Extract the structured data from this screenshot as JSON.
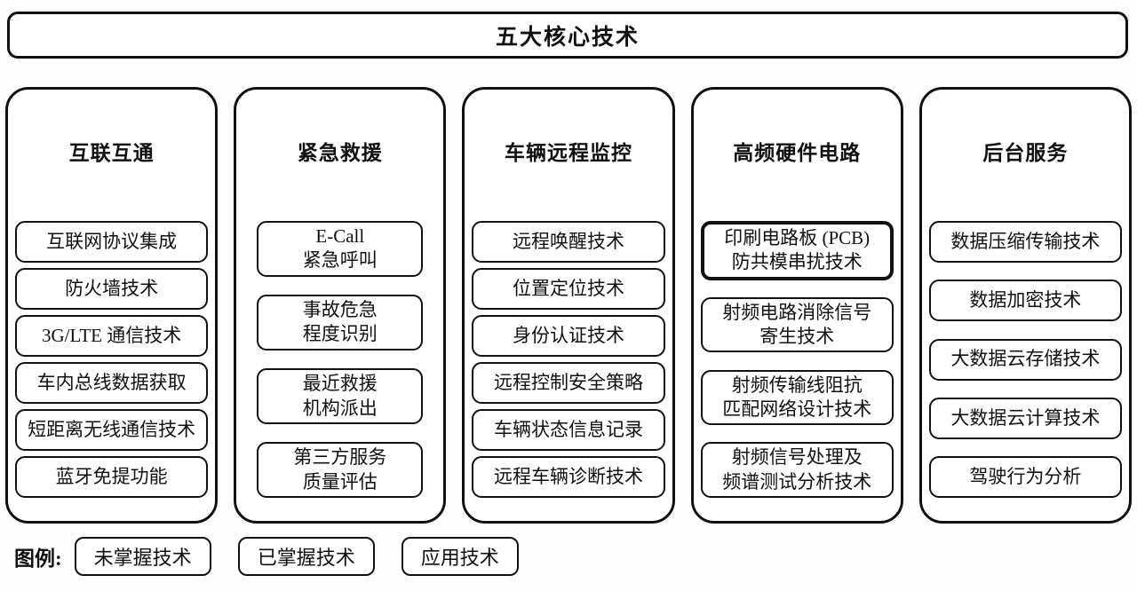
{
  "title": "五大核心技术",
  "columns": [
    {
      "header": "互联互通",
      "items": [
        {
          "label": "互联网协议集成",
          "style": "mastered"
        },
        {
          "label": "防火墙技术",
          "style": "mastered"
        },
        {
          "label": "3G/LTE 通信技术",
          "style": "mastered"
        },
        {
          "label": "车内总线数据获取",
          "style": "mastered"
        },
        {
          "label": "短距离无线通信技术",
          "style": "mastered"
        },
        {
          "label": "蓝牙免提功能",
          "style": "mastered"
        }
      ]
    },
    {
      "header": "紧急救援",
      "items": [
        {
          "label": "E-Call\n紧急呼叫",
          "style": "mastered"
        },
        {
          "label": "事故危急\n程度识别",
          "style": "mastered"
        },
        {
          "label": "最近救援\n机构派出",
          "style": "mastered"
        },
        {
          "label": "第三方服务\n质量评估",
          "style": "mastered"
        }
      ]
    },
    {
      "header": "车辆远程监控",
      "items": [
        {
          "label": "远程唤醒技术",
          "style": "mastered"
        },
        {
          "label": "位置定位技术",
          "style": "mastered"
        },
        {
          "label": "身份认证技术",
          "style": "mastered"
        },
        {
          "label": "远程控制安全策略",
          "style": "mastered"
        },
        {
          "label": "车辆状态信息记录",
          "style": "mastered"
        },
        {
          "label": "远程车辆诊断技术",
          "style": "mastered"
        }
      ]
    },
    {
      "header": "高频硬件电路",
      "items": [
        {
          "label": "印刷电路板 (PCB)\n防共模串扰技术",
          "style": "unmastered"
        },
        {
          "label": "射频电路消除信号\n寄生技术",
          "style": "mastered"
        },
        {
          "label": "射频传输线阻抗\n匹配网络设计技术",
          "style": "mastered"
        },
        {
          "label": "射频信号处理及\n频谱测试分析技术",
          "style": "mastered"
        }
      ]
    },
    {
      "header": "后台服务",
      "items": [
        {
          "label": "数据压缩传输技术",
          "style": "mastered"
        },
        {
          "label": "数据加密技术",
          "style": "mastered"
        },
        {
          "label": "大数据云存储技术",
          "style": "mastered"
        },
        {
          "label": "大数据云计算技术",
          "style": "mastered"
        },
        {
          "label": "驾驶行为分析",
          "style": "mastered"
        }
      ]
    }
  ],
  "legend": {
    "label": "图例:",
    "entries": [
      {
        "label": "未掌握技术",
        "style": "unmastered"
      },
      {
        "label": "已掌握技术",
        "style": "mastered"
      },
      {
        "label": "应用技术",
        "style": "applied"
      }
    ]
  },
  "colors": {
    "border": "#111111",
    "text": "#111111",
    "background": "#fdfdfd"
  }
}
